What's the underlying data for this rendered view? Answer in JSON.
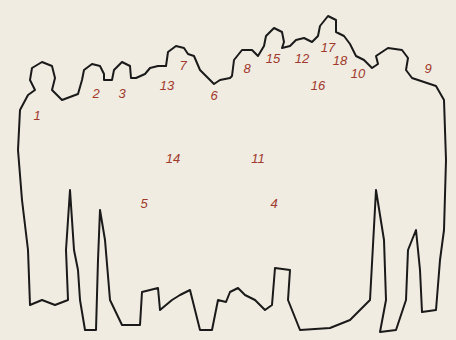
{
  "diagram": {
    "labels": [
      "17",
      "15",
      "12",
      "18",
      "7",
      "8",
      "13",
      "10",
      "2",
      "3",
      "6",
      "16",
      "9",
      "1",
      "14",
      "11",
      "5",
      "4"
    ]
  }
}
